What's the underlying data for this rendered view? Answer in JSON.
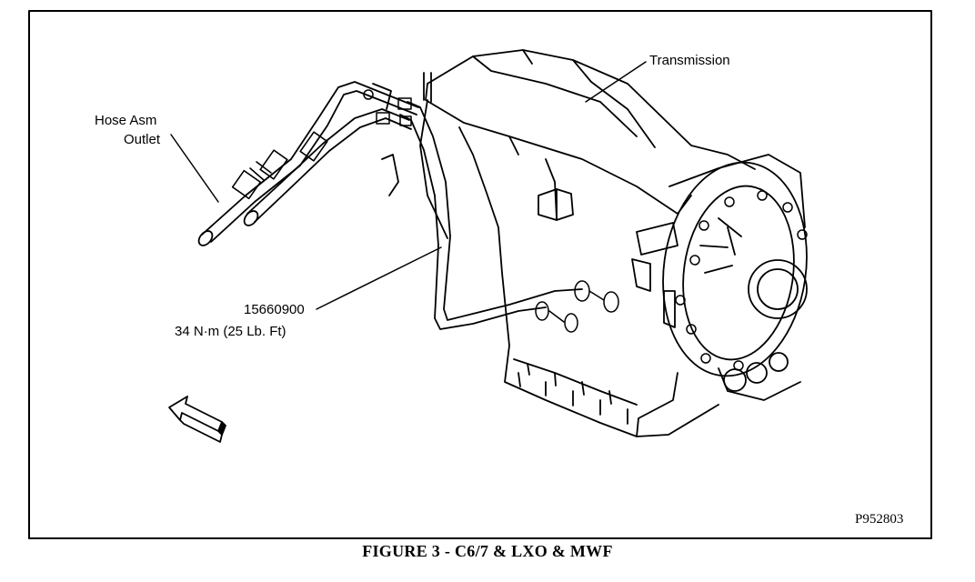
{
  "labels": {
    "transmission": "Transmission",
    "hose_line1": "Hose Asm",
    "hose_line2": "Outlet",
    "part_number": "15660900",
    "torque": "34 N·m (25 Lb. Ft)"
  },
  "ref_code": "P952803",
  "caption": "FIGURE 3 - C6/7 & LXO & MWF"
}
